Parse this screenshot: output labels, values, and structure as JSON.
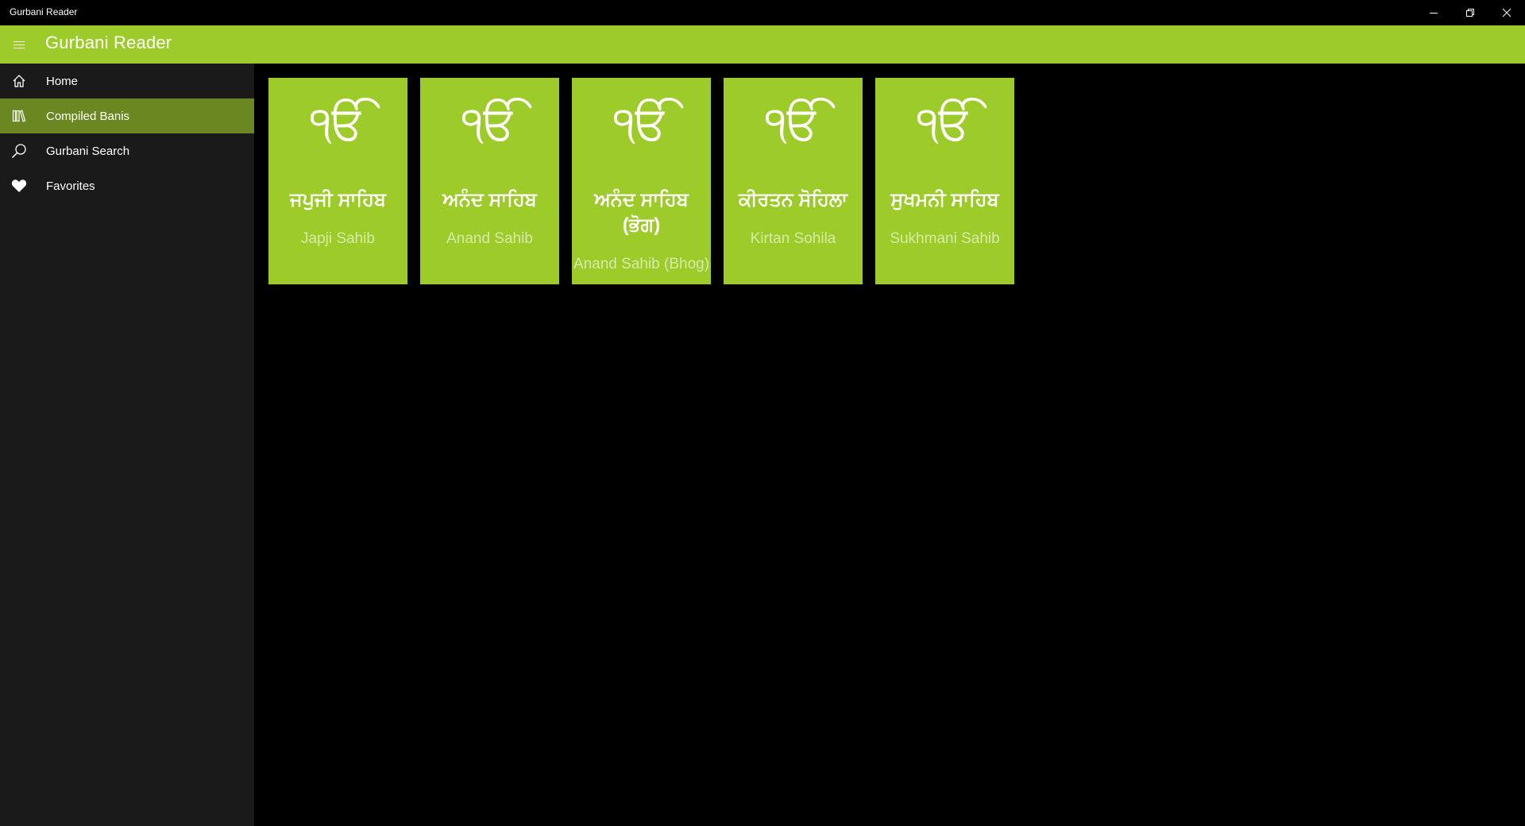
{
  "window": {
    "title": "Gurbani Reader",
    "controls": [
      {
        "name": "minimize",
        "icon": "minimize-icon"
      },
      {
        "name": "restore",
        "icon": "restore-icon"
      },
      {
        "name": "close",
        "icon": "close-icon"
      }
    ]
  },
  "header": {
    "menu_icon": "hamburger-icon",
    "title": "Gurbani Reader"
  },
  "sidebar": {
    "items": [
      {
        "label": "Home",
        "icon": "home-icon",
        "selected": false
      },
      {
        "label": "Compiled Banis",
        "icon": "library-icon",
        "selected": true
      },
      {
        "label": "Gurbani Search",
        "icon": "search-icon",
        "selected": false
      },
      {
        "label": "Favorites",
        "icon": "heart-icon",
        "selected": false
      }
    ]
  },
  "tiles": [
    {
      "symbol": "ੴ",
      "gurmukhi": "ਜਪੁਜੀ ਸਾਹਿਬ",
      "english": "Japji Sahib"
    },
    {
      "symbol": "ੴ",
      "gurmukhi": "ਅਨੰਦ ਸਾਹਿਬ",
      "english": "Anand Sahib"
    },
    {
      "symbol": "ੴ",
      "gurmukhi": "ਅਨੰਦ ਸਾਹਿਬ (ਭੋਗ)",
      "english": "Anand Sahib (Bhog)"
    },
    {
      "symbol": "ੴ",
      "gurmukhi": "ਕੀਰਤਨ ਸੋਹਿਲਾ",
      "english": "Kirtan Sohila"
    },
    {
      "symbol": "ੴ",
      "gurmukhi": "ਸੁਖਮਨੀ ਸਾਹਿਬ",
      "english": "Sukhmani Sahib"
    }
  ],
  "colors": {
    "accent": "#9DCB2A",
    "selected_nav": "#6A8722",
    "sidebar_bg": "#1A1A1A",
    "content_bg": "#000000",
    "subtitle_text": "#D6EBA8"
  }
}
